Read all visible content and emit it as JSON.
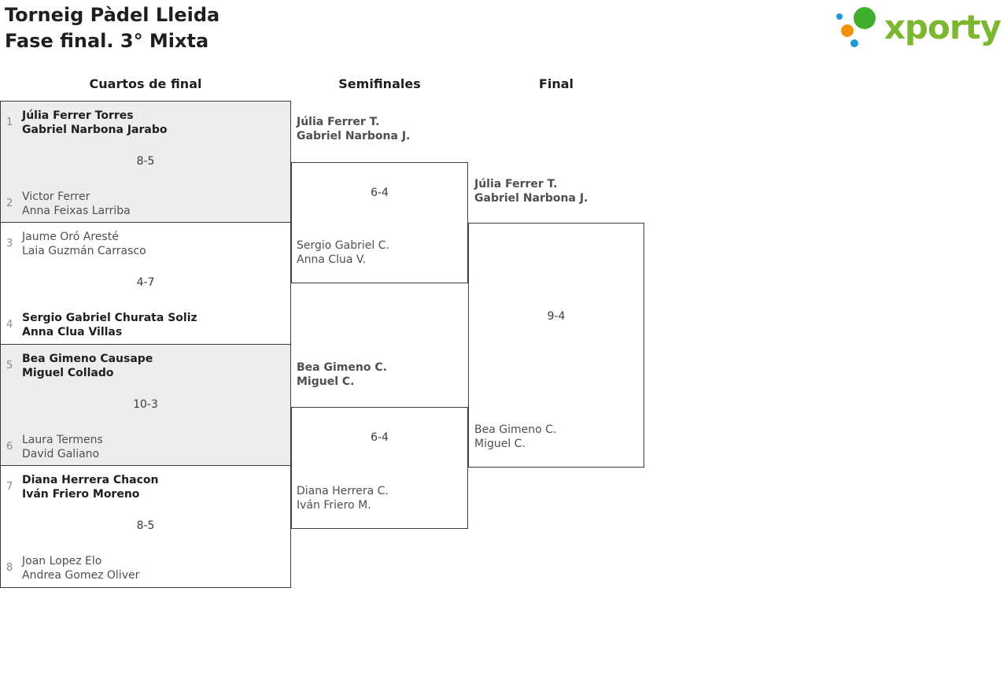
{
  "header": {
    "title": "Torneig Pàdel Lleida",
    "subtitle": "Fase final. 3° Mixta"
  },
  "logo": {
    "text": "xporty",
    "brand_green": "#7cb82f",
    "dot_green": "#3fae2c",
    "dot_orange": "#f39200",
    "dot_blue": "#1d9ad6"
  },
  "rounds": {
    "quarterfinals": "Cuartos de final",
    "semifinals": "Semifinales",
    "final": "Final"
  },
  "quarterfinals": [
    {
      "seed_top": "1",
      "top": [
        "Júlia Ferrer Torres",
        "Gabriel Narbona Jarabo"
      ],
      "score": "8-5",
      "seed_bottom": "2",
      "bottom": [
        "Victor Ferrer",
        "Anna Feixas Larriba"
      ]
    },
    {
      "seed_top": "3",
      "top": [
        "Jaume Oró Aresté",
        "Laia Guzmán Carrasco"
      ],
      "score": "4-7",
      "seed_bottom": "4",
      "bottom": [
        "Sergio Gabriel Churata Soliz",
        "Anna Clua Villas"
      ]
    },
    {
      "seed_top": "5",
      "top": [
        "Bea Gimeno Causape",
        "Miguel Collado"
      ],
      "score": "10-3",
      "seed_bottom": "6",
      "bottom": [
        "Laura Termens",
        "David Galiano"
      ]
    },
    {
      "seed_top": "7",
      "top": [
        "Diana Herrera Chacon",
        "Iván Friero Moreno"
      ],
      "score": "8-5",
      "seed_bottom": "8",
      "bottom": [
        "Joan Lopez Elo",
        "Andrea Gomez Oliver"
      ]
    }
  ],
  "semifinals": [
    {
      "top": [
        "Júlia Ferrer T.",
        "Gabriel Narbona J."
      ],
      "score": "6-4",
      "bottom": [
        "Sergio Gabriel C.",
        "Anna Clua V."
      ]
    },
    {
      "top": [
        "Bea Gimeno C.",
        "Miguel C."
      ],
      "score": "6-4",
      "bottom": [
        "Diana Herrera C.",
        "Iván Friero M."
      ]
    }
  ],
  "final": {
    "top": [
      "Júlia Ferrer T.",
      "Gabriel Narbona J."
    ],
    "score": "9-4",
    "bottom": [
      "Bea Gimeno C.",
      "Miguel C."
    ]
  }
}
